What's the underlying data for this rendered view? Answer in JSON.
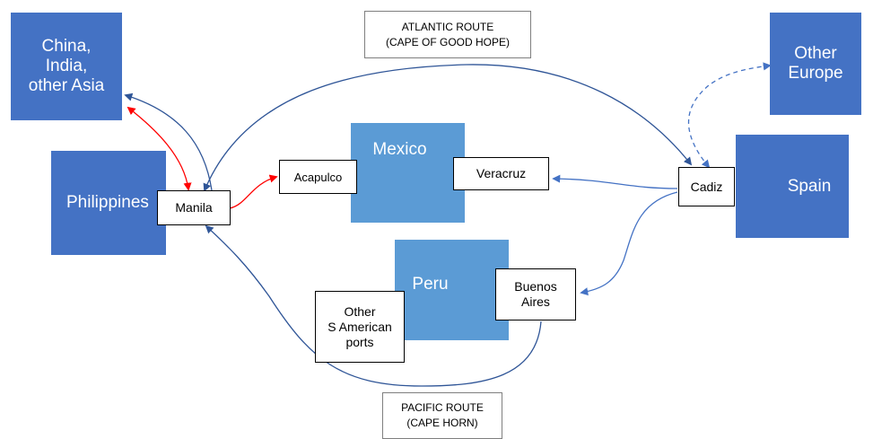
{
  "regions": {
    "asia": "China,\nIndia,\nother Asia",
    "philippines": "Philippines",
    "mexico": "Mexico",
    "peru": "Peru",
    "spain": "Spain",
    "other_europe": "Other\nEurope"
  },
  "ports": {
    "manila": "Manila",
    "acapulco": "Acapulco",
    "veracruz": "Veracruz",
    "cadiz": "Cadiz",
    "buenos_aires": "Buenos\nAires",
    "other_sa": "Other\nS American\nports"
  },
  "routes": {
    "atlantic": "ATLANTIC  ROUTE\n(CAPE OF GOOD HOPE)",
    "pacific": "PACIFIC ROUTE\n(CAPE HORN)"
  },
  "colors": {
    "dark_region": "#4472c4",
    "light_region": "#5b9bd5",
    "route_blue": "#2f5597",
    "red_arrow": "#ff0000"
  }
}
